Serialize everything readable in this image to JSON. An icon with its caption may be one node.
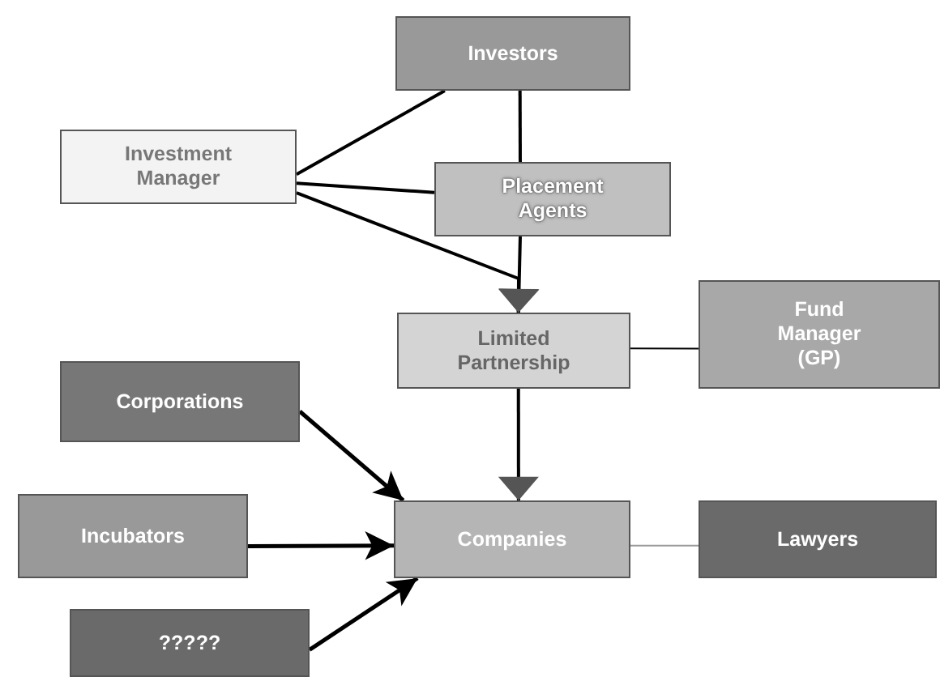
{
  "diagram": {
    "nodes": [
      {
        "text": [
          "Investors"
        ]
      },
      {
        "text": [
          "Investment Manager"
        ]
      },
      {
        "text": [
          "Placement Agents"
        ]
      },
      {
        "text": [
          "Limited Partnership"
        ]
      },
      {
        "text": [
          "Fund Manager (GP)"
        ]
      },
      {
        "text": [
          "Corporations"
        ]
      },
      {
        "text": [
          "Incubators"
        ]
      },
      {
        "text": [
          "Companies"
        ]
      },
      {
        "text": [
          "Lawyers"
        ]
      },
      {
        "text": [
          "?????"
        ]
      }
    ],
    "edges": [
      {
        "from": 1,
        "to": 0,
        "arrow": "none"
      },
      {
        "from": 1,
        "to": 2,
        "arrow": "none"
      },
      {
        "from": 1,
        "to": 3,
        "arrow": "to"
      },
      {
        "from": 0,
        "to": 2,
        "arrow": "none"
      },
      {
        "from": 2,
        "to": 3,
        "arrow": "to"
      },
      {
        "from": 3,
        "to": 4,
        "arrow": "none"
      },
      {
        "from": 3,
        "to": 7,
        "arrow": "to"
      },
      {
        "from": 5,
        "to": 7,
        "arrow": "to"
      },
      {
        "from": 6,
        "to": 7,
        "arrow": "to"
      },
      {
        "from": 9,
        "to": 7,
        "arrow": "to"
      },
      {
        "from": 7,
        "to": 8,
        "arrow": "none",
        "color": "#999999"
      }
    ]
  }
}
